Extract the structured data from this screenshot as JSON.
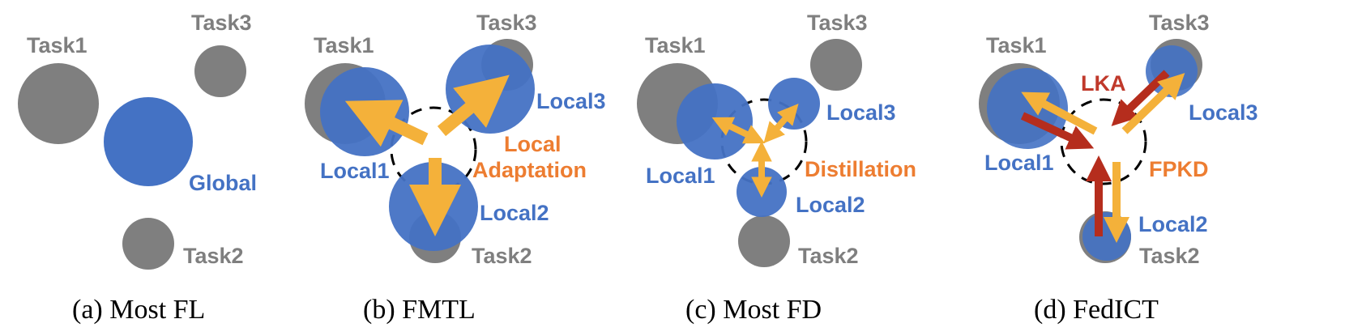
{
  "panels": [
    {
      "caption": "(a) Most FL",
      "labels": {
        "task1": "Task1",
        "task2": "Task2",
        "task3": "Task3",
        "global": "Global"
      }
    },
    {
      "caption": "(b) FMTL",
      "labels": {
        "task1": "Task1",
        "task2": "Task2",
        "task3": "Task3",
        "local1": "Local1",
        "local2": "Local2",
        "local3": "Local3",
        "method_line1": "Local",
        "method_line2": "Adaptation"
      }
    },
    {
      "caption": "(c) Most FD",
      "labels": {
        "task1": "Task1",
        "task2": "Task2",
        "task3": "Task3",
        "local1": "Local1",
        "local2": "Local2",
        "local3": "Local3",
        "method": "Distillation"
      }
    },
    {
      "caption": "(d) FedICT",
      "labels": {
        "task1": "Task1",
        "task2": "Task2",
        "task3": "Task3",
        "local1": "Local1",
        "local2": "Local2",
        "local3": "Local3",
        "lka": "LKA",
        "fpkd": "FPKD"
      }
    }
  ],
  "colors": {
    "task": "#7f7f7f",
    "local": "#4472c4",
    "arrow_orange": "#f4b13a",
    "arrow_dark_red": "#b52d1d",
    "label_orange": "#ed7d31",
    "label_dark_red": "#c0392b"
  }
}
